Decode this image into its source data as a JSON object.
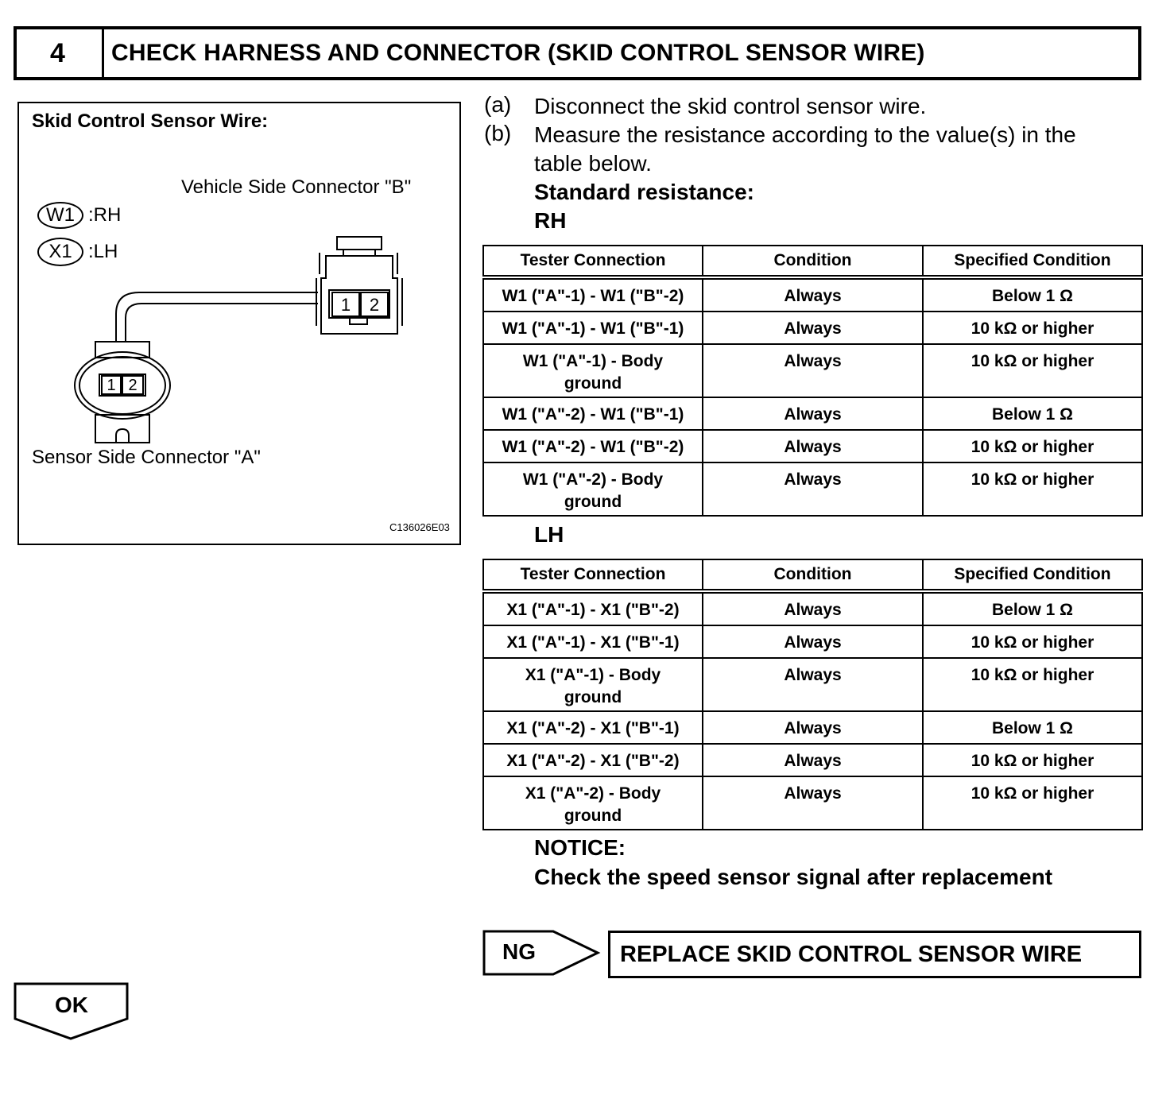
{
  "header": {
    "step_number": "4",
    "title": "CHECK HARNESS AND CONNECTOR (SKID CONTROL SENSOR WIRE)"
  },
  "figure": {
    "title": "Skid Control Sensor Wire:",
    "vehicle_connector_label": "Vehicle Side Connector \"B\"",
    "sensor_connector_label": "Sensor Side Connector \"A\"",
    "legend": [
      {
        "code": "W1",
        "side": ":RH"
      },
      {
        "code": "X1",
        "side": ":LH"
      }
    ],
    "pin_1": "1",
    "pin_2": "2",
    "figure_code": "C136026E03"
  },
  "steps": [
    {
      "letter": "(a)",
      "text": "Disconnect the skid control sensor wire."
    },
    {
      "letter": "(b)",
      "text_line1": "Measure the resistance according to the value(s) in the",
      "text_line2": "table below."
    }
  ],
  "standard_resistance_label": "Standard resistance:",
  "tables": [
    {
      "side_label": "RH",
      "headers": [
        "Tester Connection",
        "Condition",
        "Specified Condition"
      ],
      "rows": [
        [
          "W1 (\"A\"-1) - W1 (\"B\"-2)",
          "Always",
          "Below 1 Ω"
        ],
        [
          "W1 (\"A\"-1) - W1 (\"B\"-1)",
          "Always",
          "10 kΩ or higher"
        ],
        [
          "W1 (\"A\"-1) - Body ground",
          "Always",
          "10 kΩ or higher"
        ],
        [
          "W1 (\"A\"-2) - W1 (\"B\"-1)",
          "Always",
          "Below 1 Ω"
        ],
        [
          "W1 (\"A\"-2) - W1 (\"B\"-2)",
          "Always",
          "10 kΩ or higher"
        ],
        [
          "W1 (\"A\"-2) - Body ground",
          "Always",
          "10 kΩ or higher"
        ]
      ]
    },
    {
      "side_label": "LH",
      "headers": [
        "Tester Connection",
        "Condition",
        "Specified Condition"
      ],
      "rows": [
        [
          "X1 (\"A\"-1) - X1 (\"B\"-2)",
          "Always",
          "Below 1 Ω"
        ],
        [
          "X1 (\"A\"-1) - X1 (\"B\"-1)",
          "Always",
          "10 kΩ or higher"
        ],
        [
          "X1 (\"A\"-1) - Body ground",
          "Always",
          "10 kΩ or higher"
        ],
        [
          "X1 (\"A\"-2) - X1 (\"B\"-1)",
          "Always",
          "Below 1 Ω"
        ],
        [
          "X1 (\"A\"-2) - X1 (\"B\"-2)",
          "Always",
          "10 kΩ or higher"
        ],
        [
          "X1 (\"A\"-2) - Body ground",
          "Always",
          "10 kΩ or higher"
        ]
      ]
    }
  ],
  "notice": {
    "heading": "NOTICE:",
    "text": "Check the speed sensor signal after replacement"
  },
  "ng": {
    "label": "NG",
    "action": "REPLACE SKID CONTROL SENSOR WIRE"
  },
  "ok": {
    "label": "OK"
  }
}
